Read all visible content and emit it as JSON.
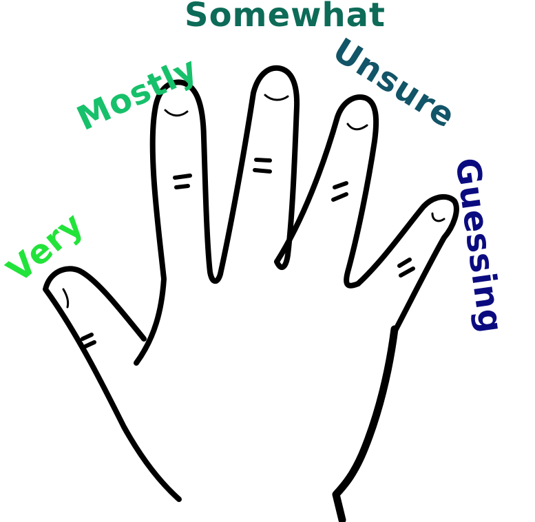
{
  "labels": {
    "thumb": "Very",
    "index": "Mostly",
    "middle": "Somewhat",
    "ring": "Unsure",
    "pinky": "Guessing"
  },
  "colors": {
    "thumb": "#22e33a",
    "index": "#17c06a",
    "middle": "#0d6b58",
    "ring": "#125468",
    "pinky": "#0b0b80",
    "outline": "#000000"
  }
}
